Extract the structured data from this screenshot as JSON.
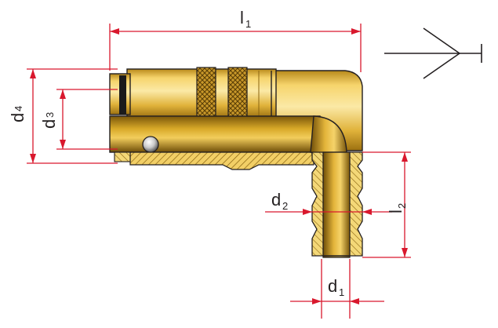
{
  "dimensions": {
    "l1": {
      "main": "l",
      "sub": "1"
    },
    "l2": {
      "main": "l",
      "sub": "2"
    },
    "d1": {
      "main": "d",
      "sub": "1"
    },
    "d2": {
      "main": "d",
      "sub": "2"
    },
    "d3": {
      "main": "d",
      "sub": "3"
    },
    "d4": {
      "main": "d",
      "sub": "4"
    }
  },
  "colors": {
    "dimension_line": "#d9182d",
    "brass_light": "#f7d774",
    "brass_mid": "#e6b830",
    "brass_dark": "#a67a12",
    "outline": "#231f20"
  },
  "symbol": "hose-connection-symbol"
}
